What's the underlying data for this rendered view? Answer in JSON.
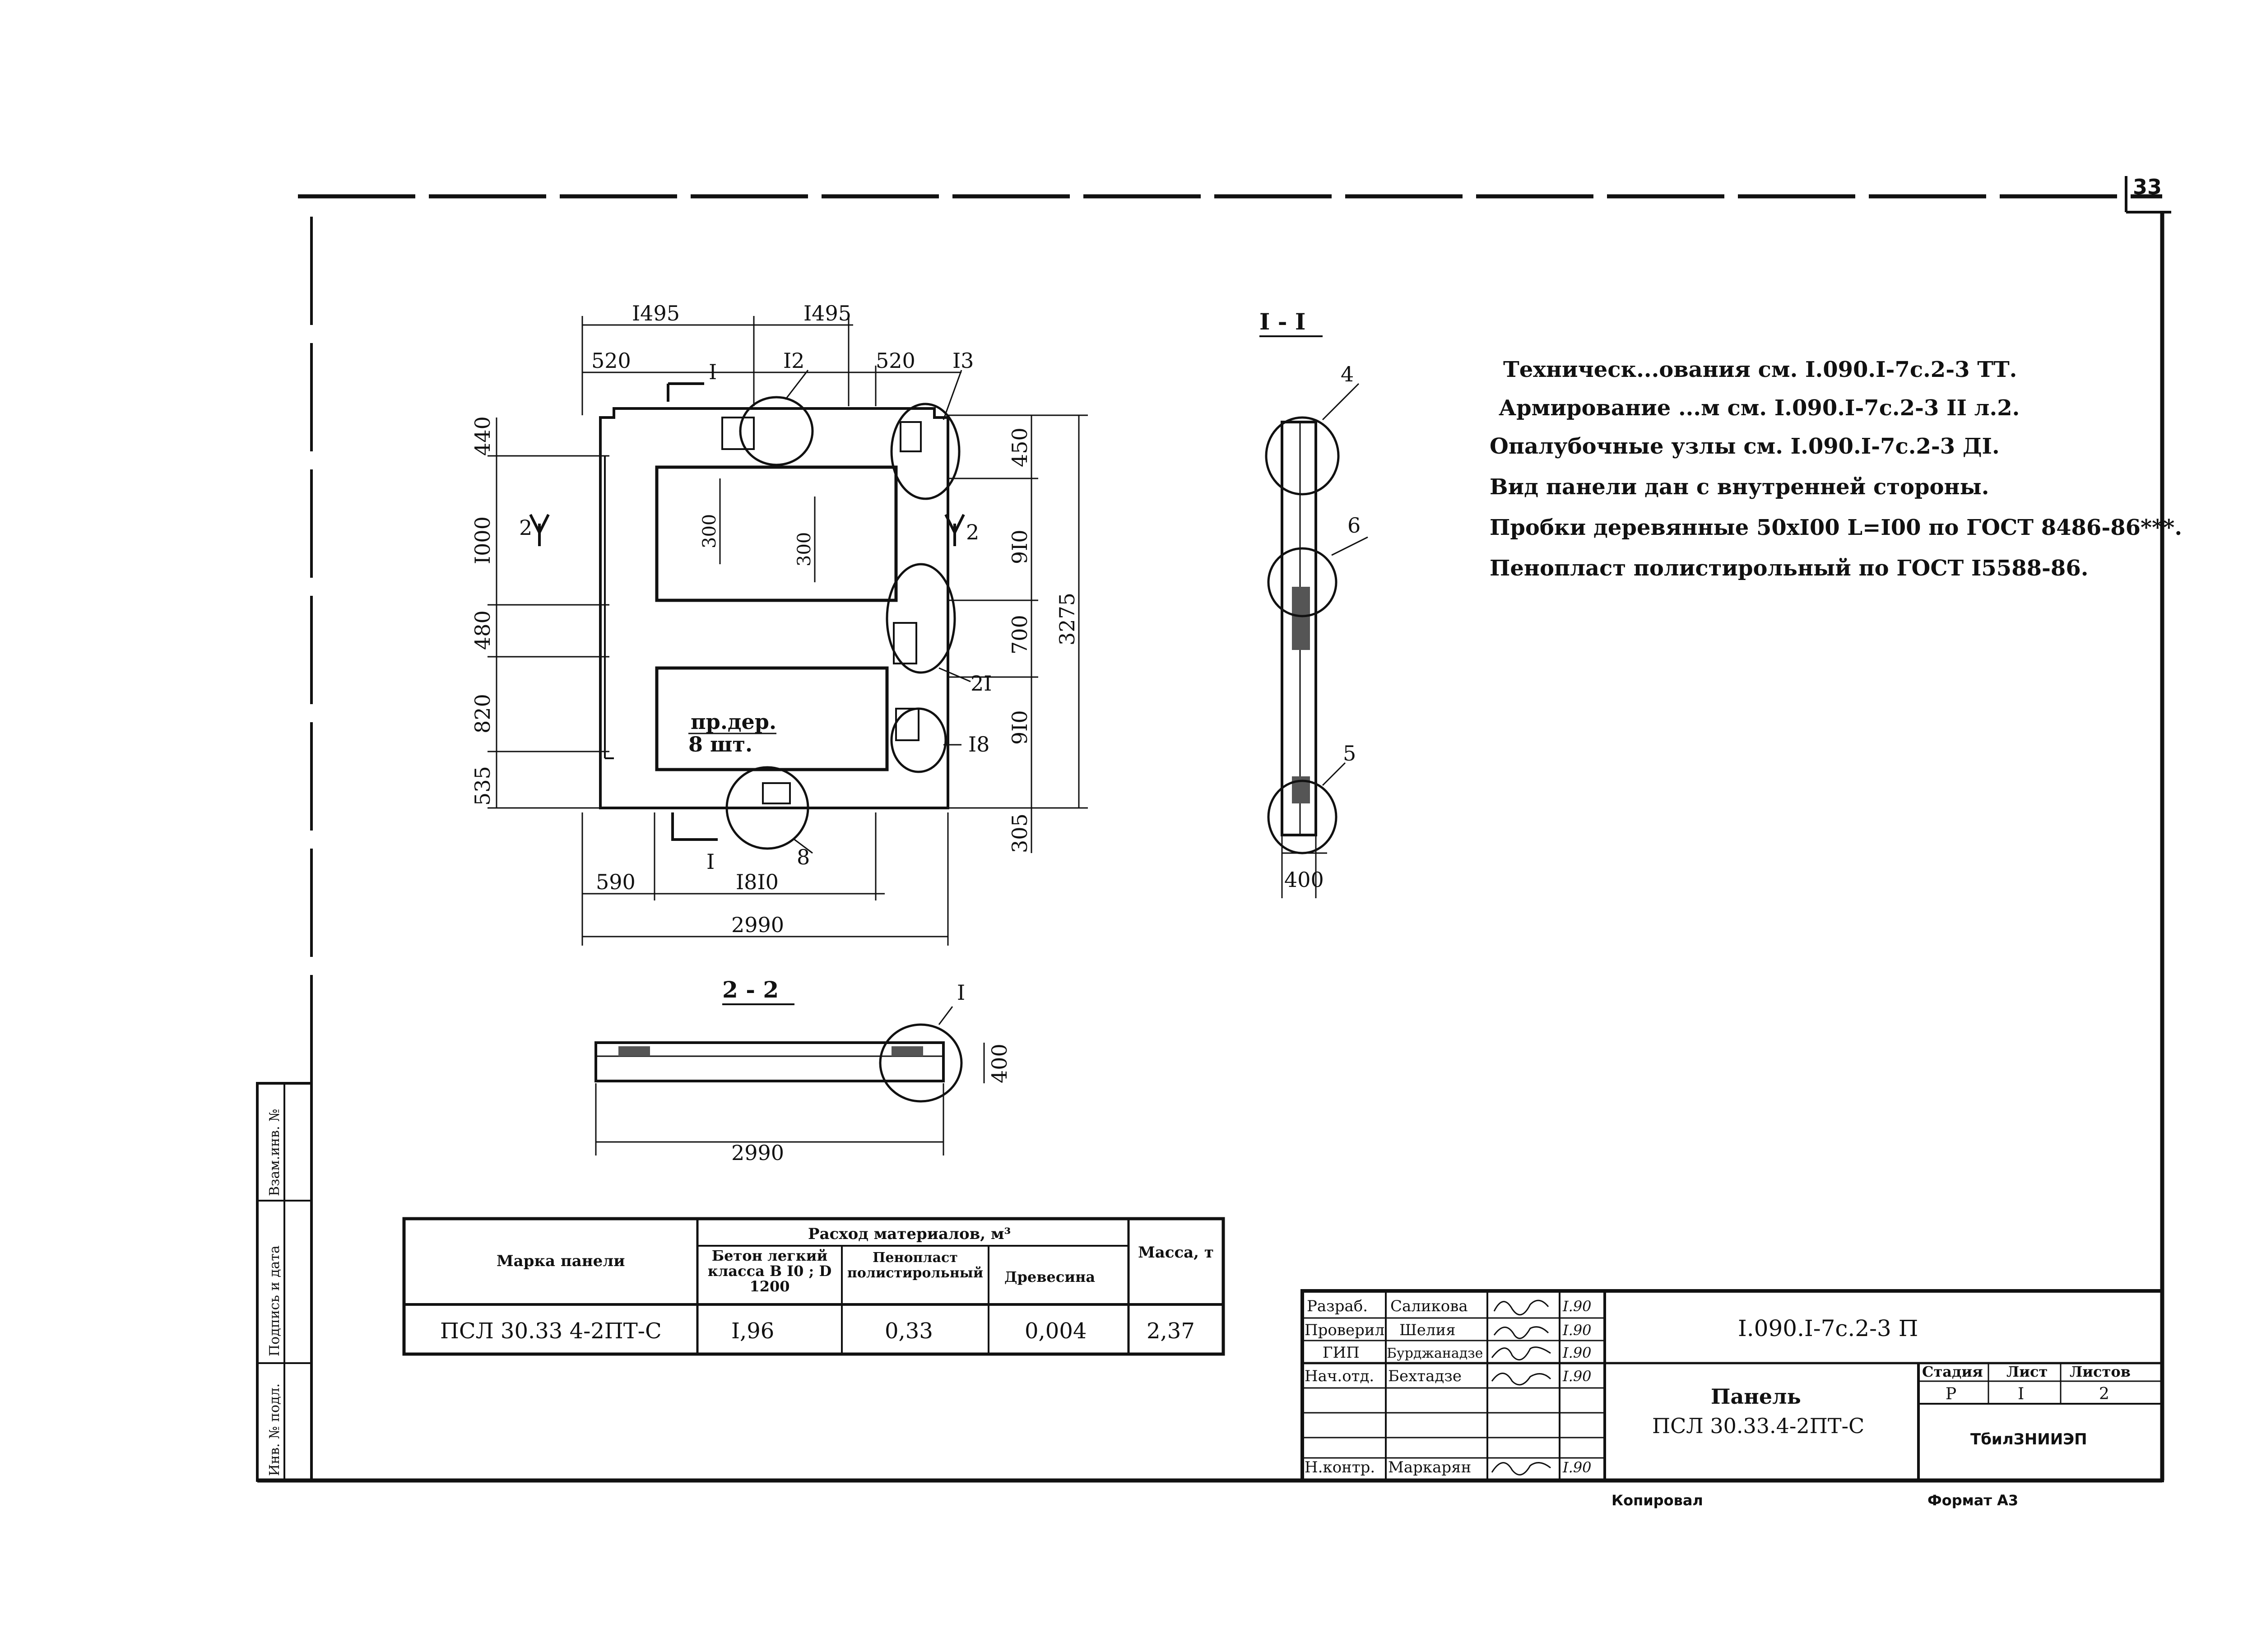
{
  "sheet": {
    "page_number": "33",
    "copied_label": "Копировал",
    "format_label": "Формат А3"
  },
  "notes": [
    "Техническ...ования см. I.090.I-7с.2-3 ТТ.",
    "Армирование ...м см. I.090.I-7с.2-3 II л.2.",
    "Опалубочные узлы см. I.090.I-7с.2-3 ДI.",
    "Вид панели дан с внутренней стороны.",
    "Пробки деревянные 50хI00 L=I00 по ГОСТ 8486-86***.",
    "Пенопласт полистирольный по ГОСТ I5588-86."
  ],
  "plan": {
    "top_dims": [
      "I495",
      "I495"
    ],
    "edge_dims": [
      "520",
      "520"
    ],
    "bottom_dims": [
      "590",
      "I8I0"
    ],
    "overall_width": "2990",
    "left_dims": [
      "440",
      "I000",
      "480",
      "820",
      "535"
    ],
    "right_dims": [
      "450",
      "9I0",
      "700",
      "9I0",
      "305"
    ],
    "overall_height": "3275",
    "inner_dims": [
      "300",
      "300"
    ],
    "plug_note_1": "пр.дер.",
    "plug_note_2": "8 шт.",
    "section_mark_1": "I",
    "section_mark_2": "2",
    "callouts": [
      "I2",
      "I3",
      "2I",
      "I8",
      "8"
    ]
  },
  "section_1": {
    "title": "I - I",
    "callouts": [
      "4",
      "6",
      "5"
    ],
    "thickness": "400"
  },
  "section_2": {
    "title": "2 - 2",
    "callout": "I",
    "thickness": "400",
    "width": "2990"
  },
  "materials_table": {
    "header_mark": "Марка панели",
    "header_group": "Расход материалов, м³",
    "header_concrete": "Бетон легкий класса В I0 ; D 1200",
    "header_foam": "Пенопласт полистирольный",
    "header_wood": "Древесина",
    "header_mass": "Масса, т",
    "row": {
      "mark": "ПСЛ 30.33 4-2ПТ-С",
      "concrete": "I,96",
      "foam": "0,33",
      "wood": "0,004",
      "mass": "2,37"
    }
  },
  "side_stamp": {
    "cells": [
      "Инв. № подл.",
      "Подпись и дата",
      "Взам.инв. №"
    ]
  },
  "title_block": {
    "roles": [
      "Разраб.",
      "Проверил",
      "ГИП",
      "Нач.отд.",
      "",
      "",
      "Н.контр."
    ],
    "names": [
      "Саликова",
      "Шелия",
      "Бурджанадзе",
      "Бехтадзе",
      "",
      "",
      "Маркарян"
    ],
    "dates": [
      "I.90",
      "I.90",
      "I.90",
      "I.90",
      "",
      "",
      "I.90"
    ],
    "doc_code": "I.090.I-7с.2-3 П",
    "title_line_1": "Панель",
    "title_line_2": "ПСЛ 30.33.4-2ПТ-С",
    "stage_label": "Стадия",
    "sheet_label": "Лист",
    "sheets_label": "Листов",
    "stage": "Р",
    "sheet": "I",
    "sheets": "2",
    "organization": "ТбилЗНИИЭП"
  }
}
